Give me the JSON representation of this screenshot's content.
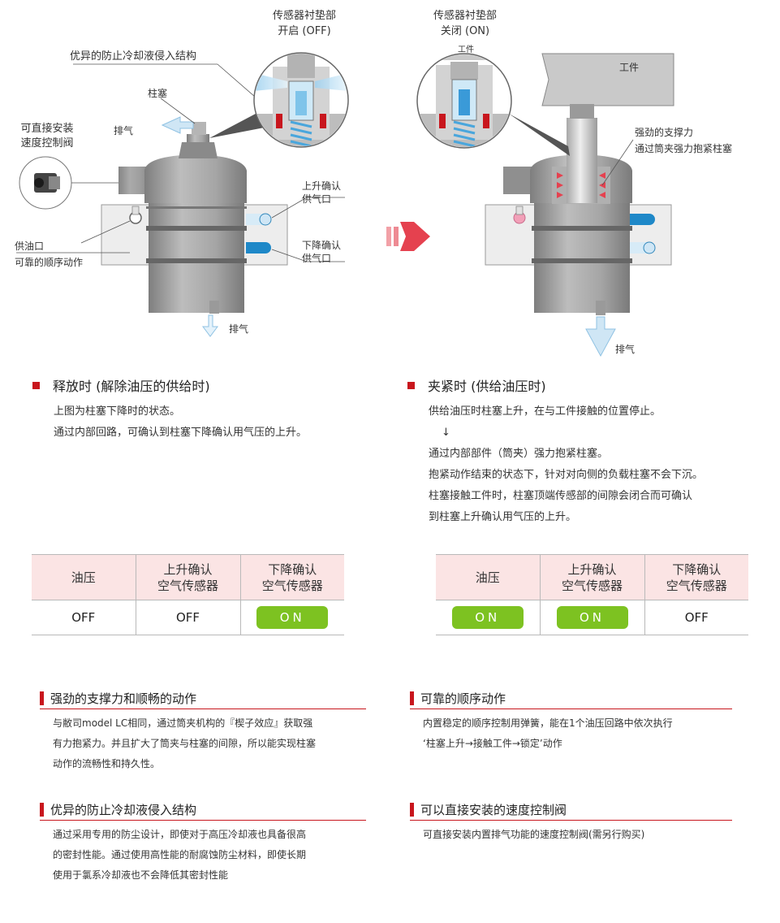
{
  "left_diagram": {
    "sensor_title_1": "传感器衬垫部",
    "sensor_title_2": "开启 (OFF)",
    "coolant_label": "优异的防止冷却液侵入结构",
    "plunger_label": "柱塞",
    "exhaust_top": "排气",
    "valve_label_1": "可直接安装",
    "valve_label_2": "速度控制阀",
    "up_port_1": "上升确认",
    "up_port_2": "供气口",
    "down_port_1": "下降确认",
    "down_port_2": "供气口",
    "oil_port": "供油口",
    "sequence_label": "可靠的顺序动作",
    "exhaust_bottom": "排气"
  },
  "right_diagram": {
    "sensor_title_1": "传感器衬垫部",
    "sensor_title_2": "关闭 (ON)",
    "workpiece_small": "工件",
    "workpiece_label": "工件",
    "support_1": "强劲的支撑力",
    "support_2": "通过筒夹强力抱紧柱塞",
    "exhaust_bottom": "排气"
  },
  "colors": {
    "accent_red": "#c8161d",
    "on_green": "#7dc221",
    "header_pink": "#fbe4e4",
    "port_blue": "#1e88c8",
    "air_blue": "#bfe0f3",
    "metal_gray": "#9a9a9a"
  },
  "release": {
    "title": "释放时 (解除油压的供给时)",
    "lines": [
      "上图为柱塞下降时的状态。",
      "通过内部回路，可确认到柱塞下降确认用气压的上升。"
    ]
  },
  "clamp": {
    "title": "夹紧时 (供给油压时)",
    "lines": [
      "供给油压时柱塞上升，在与工件接触的位置停止。",
      "↓",
      "通过内部部件（筒夹）强力抱紧柱塞。",
      "抱紧动作结束的状态下，针对对向侧的负载柱塞不会下沉。",
      "柱塞接触工件时，柱塞顶端传感部的间隙会闭合而可确认",
      "到柱塞上升确认用气压的上升。"
    ]
  },
  "table_headers": {
    "oil": "油压",
    "up_1": "上升确认",
    "up_2": "空气传感器",
    "down_1": "下降确认",
    "down_2": "空气传感器"
  },
  "table_left": {
    "oil": "OFF",
    "up": "OFF",
    "down": "ON"
  },
  "table_right": {
    "oil": "ON",
    "up": "ON",
    "down": "OFF"
  },
  "features": [
    {
      "title": "强劲的支撑力和顺畅的动作",
      "lines": [
        "与敝司model LC相同，通过筒夹机构的『楔子效应』获取强",
        "有力抱紧力。并且扩大了筒夹与柱塞的间隙，所以能实现柱塞",
        "动作的流畅性和持久性。"
      ]
    },
    {
      "title": "可靠的顺序动作",
      "lines": [
        "内置稳定的顺序控制用弹簧，能在1个油压回路中依次执行",
        "‘柱塞上升→接触工件→锁定’动作"
      ]
    },
    {
      "title": "优异的防止冷却液侵入结构",
      "lines": [
        "通过采用专用的防尘设计，即使对于高压冷却液也具备很高",
        "的密封性能。通过使用高性能的耐腐蚀防尘材料，即使长期",
        "使用于氯系冷却液也不会降低其密封性能"
      ]
    },
    {
      "title": "可以直接安装的速度控制阀",
      "lines": [
        "可直接安装内置排气功能的速度控制阀(需另行购买)"
      ]
    }
  ]
}
